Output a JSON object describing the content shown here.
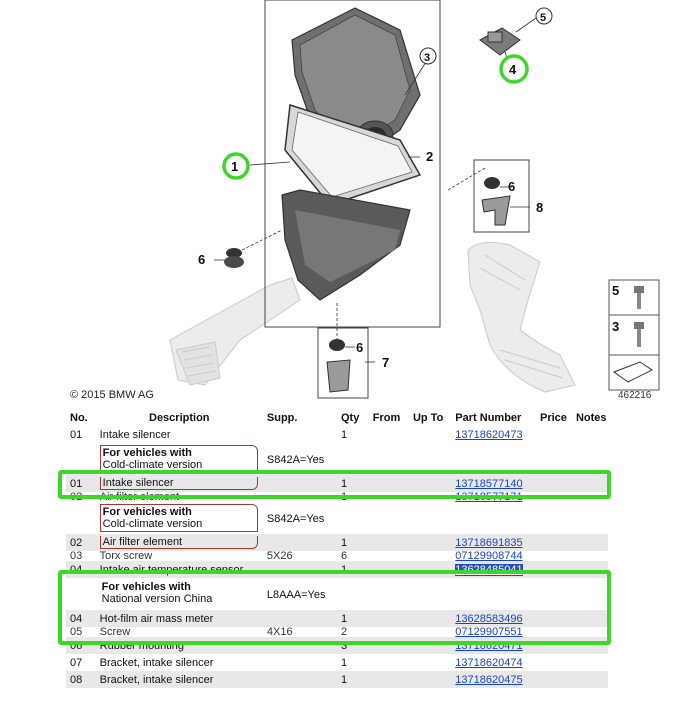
{
  "diagram": {
    "callouts": [
      "1",
      "2",
      "3",
      "4",
      "5",
      "6",
      "7",
      "8"
    ],
    "copyright": "© 2015 BMW AG",
    "ref_number": "462216"
  },
  "table": {
    "headers": [
      "No.",
      "Description",
      "Supp.",
      "Qty",
      "From",
      "Up To",
      "Part Number",
      "Price",
      "Notes"
    ],
    "rows": [
      {
        "no": "01",
        "desc": "Intake silencer",
        "supp": "",
        "qty": "1",
        "pn": "13718620473"
      },
      {
        "cond1": "For vehicles with",
        "cond2": "Cold-climate version",
        "supp": "S842A=Yes"
      },
      {
        "no": "01",
        "desc": "Intake silencer",
        "supp": "",
        "qty": "1",
        "pn": "13718577140"
      },
      {
        "no": "02",
        "desc": "Air filter element",
        "supp": "",
        "qty": "1",
        "pn": "13718577171"
      },
      {
        "cond1": "For vehicles with",
        "cond2": "Cold-climate version",
        "supp": "S842A=Yes"
      },
      {
        "no": "02",
        "desc": "Air filter element",
        "supp": "",
        "qty": "1",
        "pn": "13718691835"
      },
      {
        "no": "03",
        "desc": "Torx screw",
        "supp": "5X26",
        "qty": "6",
        "pn": "07129908744"
      },
      {
        "no": "04",
        "desc": "Intake air temperature sensor",
        "supp": "",
        "qty": "1",
        "pn": "13628485041"
      },
      {
        "cond1": "For vehicles with",
        "cond2": "National version China",
        "supp": "L8AAA=Yes"
      },
      {
        "no": "04",
        "desc": "Hot-film air mass meter",
        "supp": "",
        "qty": "1",
        "pn": "13628583496"
      },
      {
        "no": "05",
        "desc": "Screw",
        "supp": "4X16",
        "qty": "2",
        "pn": "07129907551"
      },
      {
        "no": "06",
        "desc": "Rubber mounting",
        "supp": "",
        "qty": "3",
        "pn": "13718620471"
      },
      {
        "no": "07",
        "desc": "Bracket, intake silencer",
        "supp": "",
        "qty": "1",
        "pn": "13718620474"
      },
      {
        "no": "08",
        "desc": "Bracket, intake silencer",
        "supp": "",
        "qty": "1",
        "pn": "13718620475"
      }
    ]
  },
  "colors": {
    "highlight": "#3fd62b",
    "link": "#1a44c8",
    "selection": "#1f4fbf",
    "condition_border": "#a33333"
  }
}
